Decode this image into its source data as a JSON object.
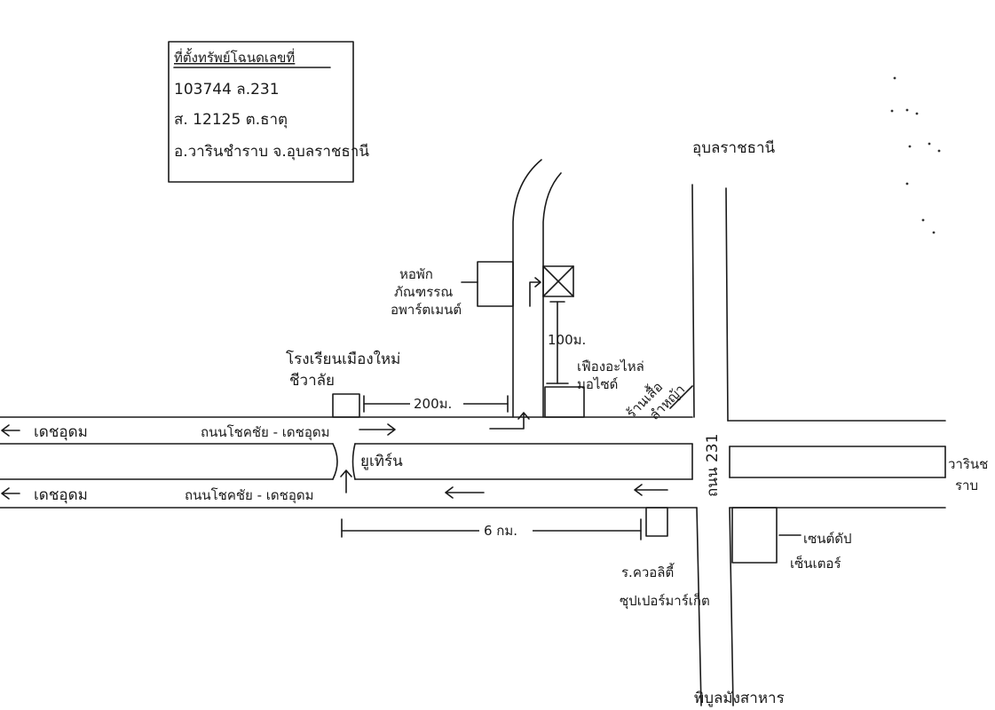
{
  "header_box": {
    "title": "ที่ตั้งทรัพย์โฉนดเลขที่",
    "line1": "103744 ล.231",
    "line2": "ส. 12125 ต.ธาตุ",
    "line3": "อ.วารินชำราบ จ.อุบลราชธานี"
  },
  "roads": {
    "main_top_label": "ถนนโชคชัย - เดชอุดม",
    "main_bottom_label": "ถนนโชคชัย - เดชอุดม",
    "left_top_destination": "เดชอุดม",
    "left_bottom_destination": "เดชอุดม",
    "right_destination_line1": "วารินช",
    "right_destination_line2": "ราบ",
    "vertical_road": "ถนน 231",
    "north_destination": "อุบลราชธานี",
    "south_destination": "พิบูลมังสาหาร"
  },
  "landmarks": {
    "school_line1": "โรงเรียนเมืองใหม่",
    "school_line2": "ชีวาลัย",
    "dorm_line1": "หอพัก",
    "dorm_line2": "ภัณฑรรณ",
    "dorm_line3": "อพาร์ตเมนต์",
    "motorcycle_line1": "เฟืองอะไหล่",
    "motorcycle_line2": "มอไซด์",
    "shop_line1": "ร้านเสื้อ",
    "shop_line2": "ลำหญ้า",
    "uturn": "ยูเทิร์น",
    "supermarket_line1": "ร.ควอลิตี้",
    "supermarket_line2": "ซุปเปอร์มาร์เก็ต",
    "center_line1": "เซนต์ดัป",
    "center_line2": "เซ็นเตอร์"
  },
  "distances": {
    "d200": "200ม.",
    "d100": "100ม.",
    "d6km": "6 กม."
  },
  "icons": {
    "property": "x-box-icon",
    "arrow": "arrow-icon"
  }
}
